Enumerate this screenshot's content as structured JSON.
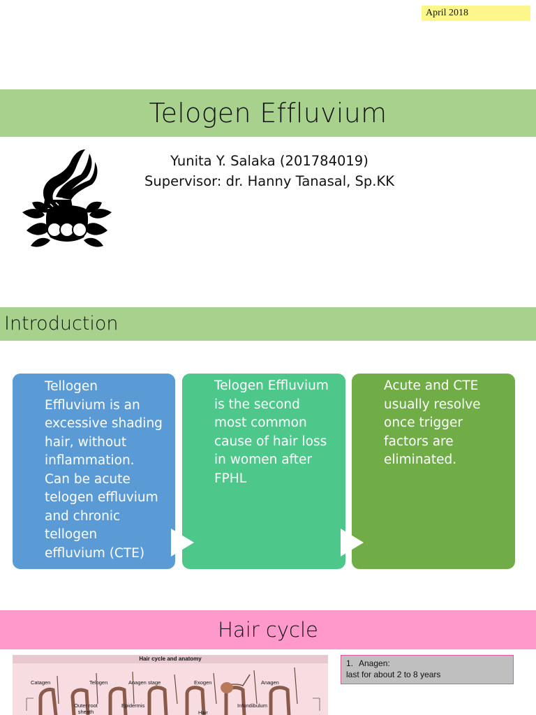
{
  "date_badge": "April 2018",
  "title": "Telogen Effluvium",
  "author": "Yunita Y. Salaka (201784019)",
  "supervisor": "Supervisor: dr. Hanny Tanasal, Sp.KK",
  "intro_heading": "Introduction",
  "boxes": [
    {
      "text": "Tellogen\nEffluvium is an\nexcessive shading\nhair, without\ninflammation.\nCan be acute\ntelogen effluvium\nand chronic\ntellogen\neffluvium (CTE)",
      "color": "#5b9bd5"
    },
    {
      "text": "Telogen Effluvium\nis the second\nmost common\ncause of hair loss\nin women after\nFPHL",
      "color": "#4dc78a"
    },
    {
      "text": "Acute and CTE\nusually resolve\nonce trigger\nfactors are\neliminated.",
      "color": "#70ad47"
    }
  ],
  "hair_cycle_heading": "Hair cycle",
  "diagram": {
    "title": "Hair cycle and anatomy",
    "labels": [
      "Catagen",
      "Telogen",
      "Anagen stage",
      "Exogen",
      "Anagen",
      "Outer root sheath",
      "Epidermis",
      "Infundibulum",
      "Hair"
    ]
  },
  "phase": {
    "number": "1.",
    "name": "Anagen:",
    "description": "last for about 2 to 8 years"
  },
  "colors": {
    "title_band": "#a9d18e",
    "hair_band": "#ff99cc",
    "date_badge": "#fdf68a"
  }
}
